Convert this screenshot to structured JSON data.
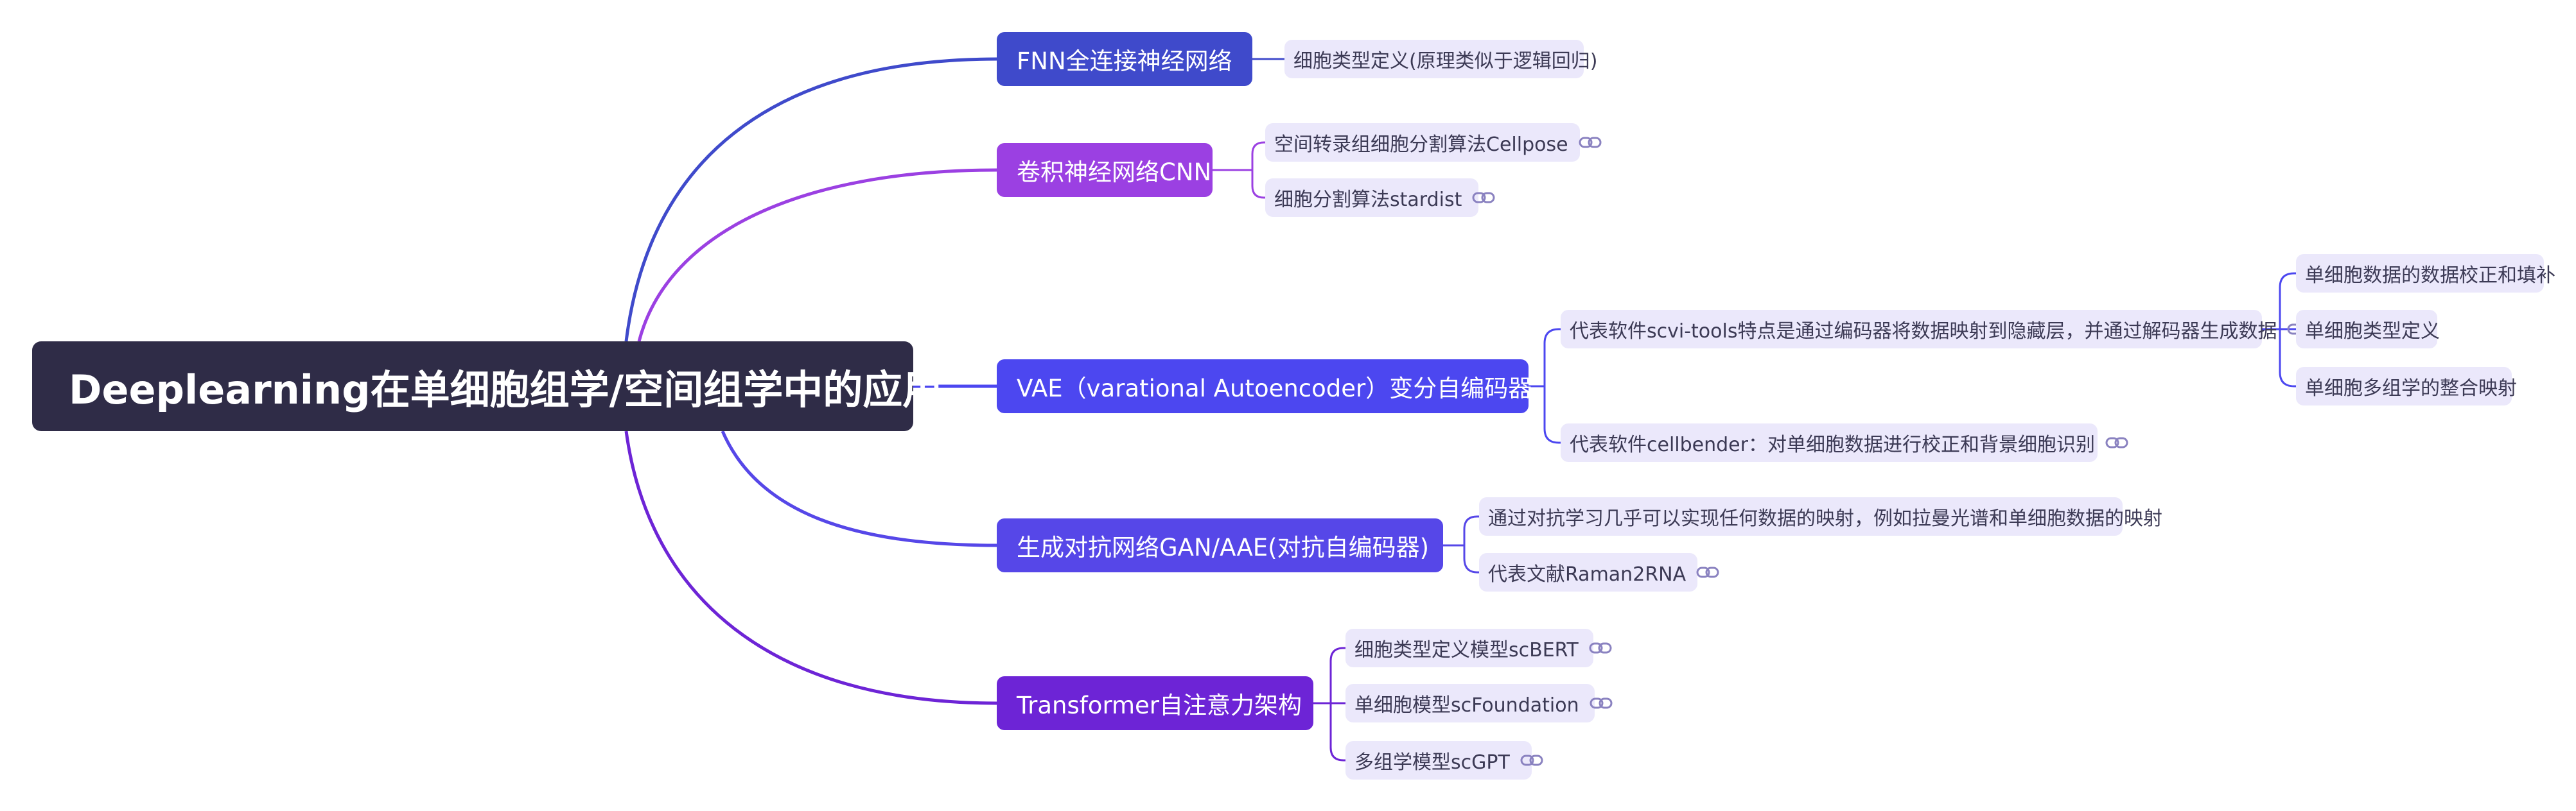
{
  "root": {
    "label": "Deeplearning在单细胞组学/空间组学中的应用"
  },
  "colors": {
    "fnn": "#3f4acb",
    "cnn": "#9b40e2",
    "vae": "#4c47f0",
    "gan": "#5647e8",
    "transformer": "#6d24d6",
    "leaf_bg": "#ebe8fb",
    "root_bg": "#2f2c47"
  },
  "branches": [
    {
      "label": "FNN全连接神经网络",
      "children": [
        {
          "label": "细胞类型定义(原理类似于逻辑回归)",
          "link": false
        }
      ]
    },
    {
      "label": "卷积神经网络CNN",
      "children": [
        {
          "label": "空间转录组细胞分割算法Cellpose",
          "link": true
        },
        {
          "label": "细胞分割算法stardist",
          "link": true
        }
      ]
    },
    {
      "label": "VAE（varational Autoencoder）变分自编码器",
      "children": [
        {
          "label": "代表软件scvi-tools特点是通过编码器将数据映射到隐藏层，并通过解码器生成数据",
          "link": true,
          "children": [
            {
              "label": "单细胞数据的数据校正和填补"
            },
            {
              "label": "单细胞类型定义"
            },
            {
              "label": "单细胞多组学的整合映射"
            }
          ]
        },
        {
          "label": "代表软件cellbender：对单细胞数据进行校正和背景细胞识别",
          "link": true
        }
      ]
    },
    {
      "label": "生成对抗网络GAN/AAE(对抗自编码器)",
      "children": [
        {
          "label": "通过对抗学习几乎可以实现任何数据的映射，例如拉曼光谱和单细胞数据的映射",
          "link": false
        },
        {
          "label": "代表文献Raman2RNA",
          "link": true
        }
      ]
    },
    {
      "label": "Transformer自注意力架构",
      "children": [
        {
          "label": "细胞类型定义模型scBERT",
          "link": true
        },
        {
          "label": "单细胞模型scFoundation",
          "link": true
        },
        {
          "label": "多组学模型scGPT",
          "link": true
        }
      ]
    }
  ]
}
